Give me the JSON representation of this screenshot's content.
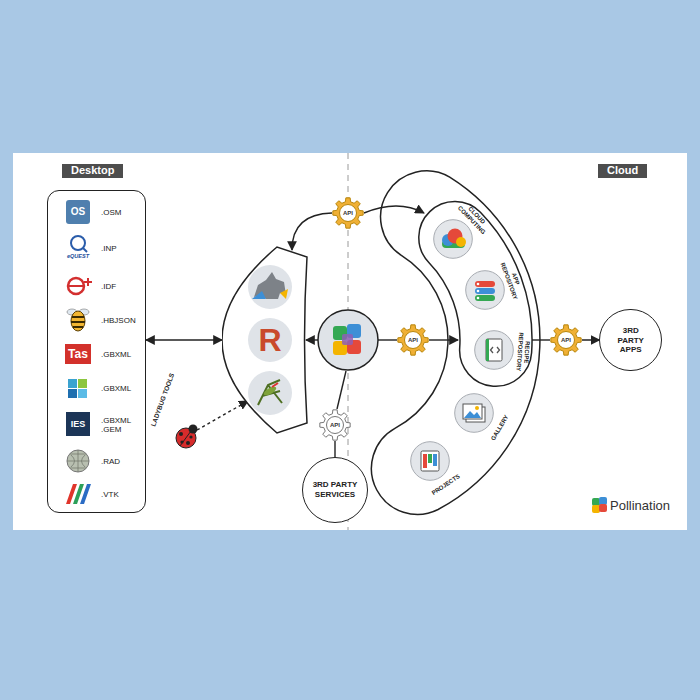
{
  "diagram": {
    "nodes": [
      {
        "text": [
          ".OSM",
          ".INP",
          ".IDF",
          ".HBJSON",
          ".GBXML",
          ".GBXML",
          ".GBXML .GEM",
          ".RAD",
          ".VTK"
        ]
      },
      {
        "text": [
          "R"
        ]
      },
      {
        "text": [
          "API"
        ]
      },
      {
        "text": [
          "API"
        ]
      },
      {
        "text": [
          "API"
        ]
      },
      {
        "text": [
          "API"
        ]
      },
      {
        "text": [
          "CLOUD COMPUTING"
        ]
      },
      {
        "text": [
          "APP REPOSITORY"
        ]
      },
      {
        "text": [
          "RECIPE REPOSITORY"
        ]
      },
      {
        "text": [
          "GALLERY"
        ]
      },
      {
        "text": [
          "PROJECTS"
        ]
      },
      {
        "text": [
          "3RD PARTY APPS"
        ]
      },
      {
        "text": [
          "3RD PARTY SERVICES"
        ]
      }
    ],
    "edges": [
      {
        "from": 0,
        "to": 1,
        "arrow": "both"
      },
      {
        "from": 2,
        "to": 1,
        "arrow": "to"
      },
      {
        "from": 4,
        "to": 12,
        "arrow": "none"
      },
      {
        "from": 5,
        "to": 11,
        "arrow": "to"
      }
    ],
    "labels": [
      "Desktop",
      "Cloud",
      "OS",
      "eQUEST",
      "Tas",
      "IES",
      "LADYBUG TOOLS",
      "Pollination"
    ]
  }
}
